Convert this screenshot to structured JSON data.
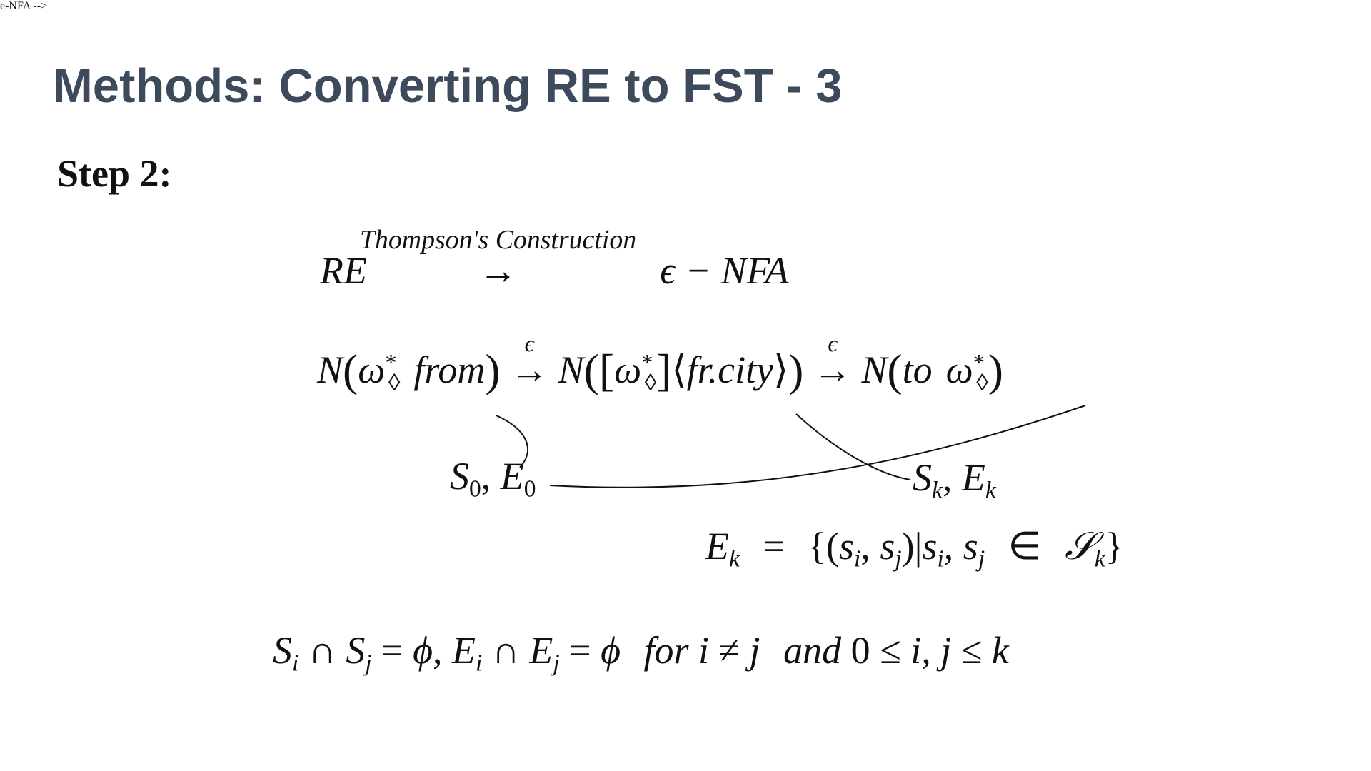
{
  "slide": {
    "title": "Methods: Converting RE to FST - 3",
    "title_color": "#3d4a5c",
    "step_label": "Step 2:"
  },
  "equations": {
    "eq1": {
      "left": "RE",
      "arrow_label": "Thompson's Construction",
      "arrow": "→",
      "right": "ϵ − NFA"
    },
    "eq2": {
      "n1": "N",
      "w1": "ω",
      "w1_sup": "*",
      "w1_sub": "◊",
      "word1": "from",
      "arrow_label_1": "ϵ",
      "arrow_1": "→",
      "n2": "N",
      "w2": "ω",
      "w2_sup": "*",
      "w2_sub": "◊",
      "tag": "fr.city",
      "arrow_label_2": "ϵ",
      "arrow_2": "→",
      "n3": "N",
      "word3": "to",
      "w3": "ω",
      "w3_sup": "*",
      "w3_sub": "◊"
    },
    "labels": {
      "s0": "S",
      "s0_sub": "0",
      "e0": "E",
      "e0_sub": "0",
      "sk": "S",
      "sk_sub": "k",
      "ek": "E",
      "ek_sub": "k"
    },
    "eq3": {
      "lhs": "E",
      "lhs_sub": "k",
      "eq": "=",
      "s_i": "s",
      "s_i_sub": "i",
      "s_j": "s",
      "s_j_sub": "j",
      "elem": "∈",
      "set": "𝒮",
      "set_sub": "k"
    },
    "eq4": {
      "si": "S",
      "si_sub": "i",
      "cap": "∩",
      "sj": "S",
      "sj_sub": "j",
      "eq": "=",
      "phi": "ϕ",
      "ei": "E",
      "ei_sub": "i",
      "ej": "E",
      "ej_sub": "j",
      "for_word": "for",
      "i": "i",
      "neq": "≠",
      "j": "j",
      "and_word": "and",
      "zero": "0",
      "leq": "≤",
      "ij": "i, j",
      "k": "k"
    }
  }
}
